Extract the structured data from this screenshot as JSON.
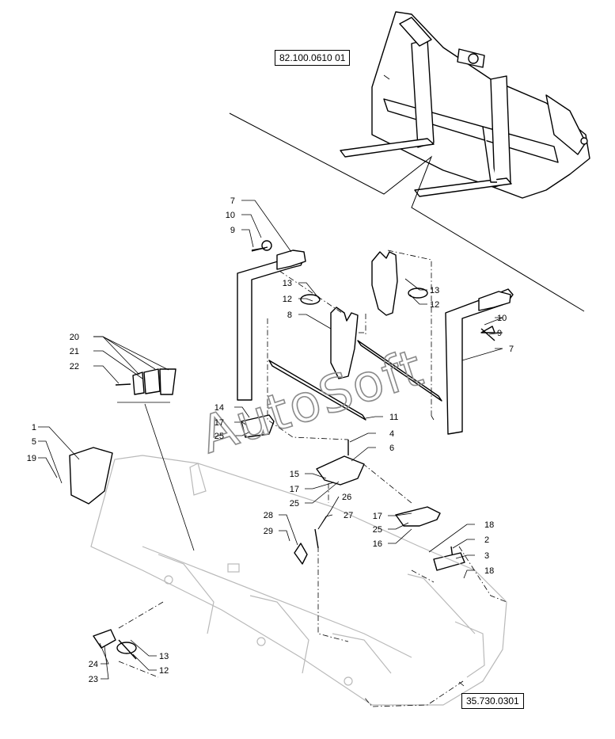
{
  "references": {
    "top": "82.100.0610 01",
    "bottom": "35.730.0301"
  },
  "watermark": "AutoSoft",
  "callouts": [
    {
      "id": "c7a",
      "n": "7"
    },
    {
      "id": "c10a",
      "n": "10"
    },
    {
      "id": "c9a",
      "n": "9"
    },
    {
      "id": "c13a",
      "n": "13"
    },
    {
      "id": "c12a",
      "n": "12"
    },
    {
      "id": "c8",
      "n": "8"
    },
    {
      "id": "c13b",
      "n": "13"
    },
    {
      "id": "c12b",
      "n": "12"
    },
    {
      "id": "c10b",
      "n": "10"
    },
    {
      "id": "c9b",
      "n": "9"
    },
    {
      "id": "c7b",
      "n": "7"
    },
    {
      "id": "c20",
      "n": "20"
    },
    {
      "id": "c21",
      "n": "21"
    },
    {
      "id": "c22",
      "n": "22"
    },
    {
      "id": "c14",
      "n": "14"
    },
    {
      "id": "c17a",
      "n": "17"
    },
    {
      "id": "c25a",
      "n": "25"
    },
    {
      "id": "c11",
      "n": "11"
    },
    {
      "id": "c4",
      "n": "4"
    },
    {
      "id": "c6",
      "n": "6"
    },
    {
      "id": "c1",
      "n": "1"
    },
    {
      "id": "c5",
      "n": "5"
    },
    {
      "id": "c19",
      "n": "19"
    },
    {
      "id": "c15",
      "n": "15"
    },
    {
      "id": "c17b",
      "n": "17"
    },
    {
      "id": "c25b",
      "n": "25"
    },
    {
      "id": "c26",
      "n": "26"
    },
    {
      "id": "c28",
      "n": "28"
    },
    {
      "id": "c27",
      "n": "27"
    },
    {
      "id": "c29",
      "n": "29"
    },
    {
      "id": "c17c",
      "n": "17"
    },
    {
      "id": "c25c",
      "n": "25"
    },
    {
      "id": "c16",
      "n": "16"
    },
    {
      "id": "c18a",
      "n": "18"
    },
    {
      "id": "c2",
      "n": "2"
    },
    {
      "id": "c3",
      "n": "3"
    },
    {
      "id": "c18b",
      "n": "18"
    },
    {
      "id": "c13c",
      "n": "13"
    },
    {
      "id": "c24",
      "n": "24"
    },
    {
      "id": "c12c",
      "n": "12"
    },
    {
      "id": "c23",
      "n": "23"
    }
  ]
}
